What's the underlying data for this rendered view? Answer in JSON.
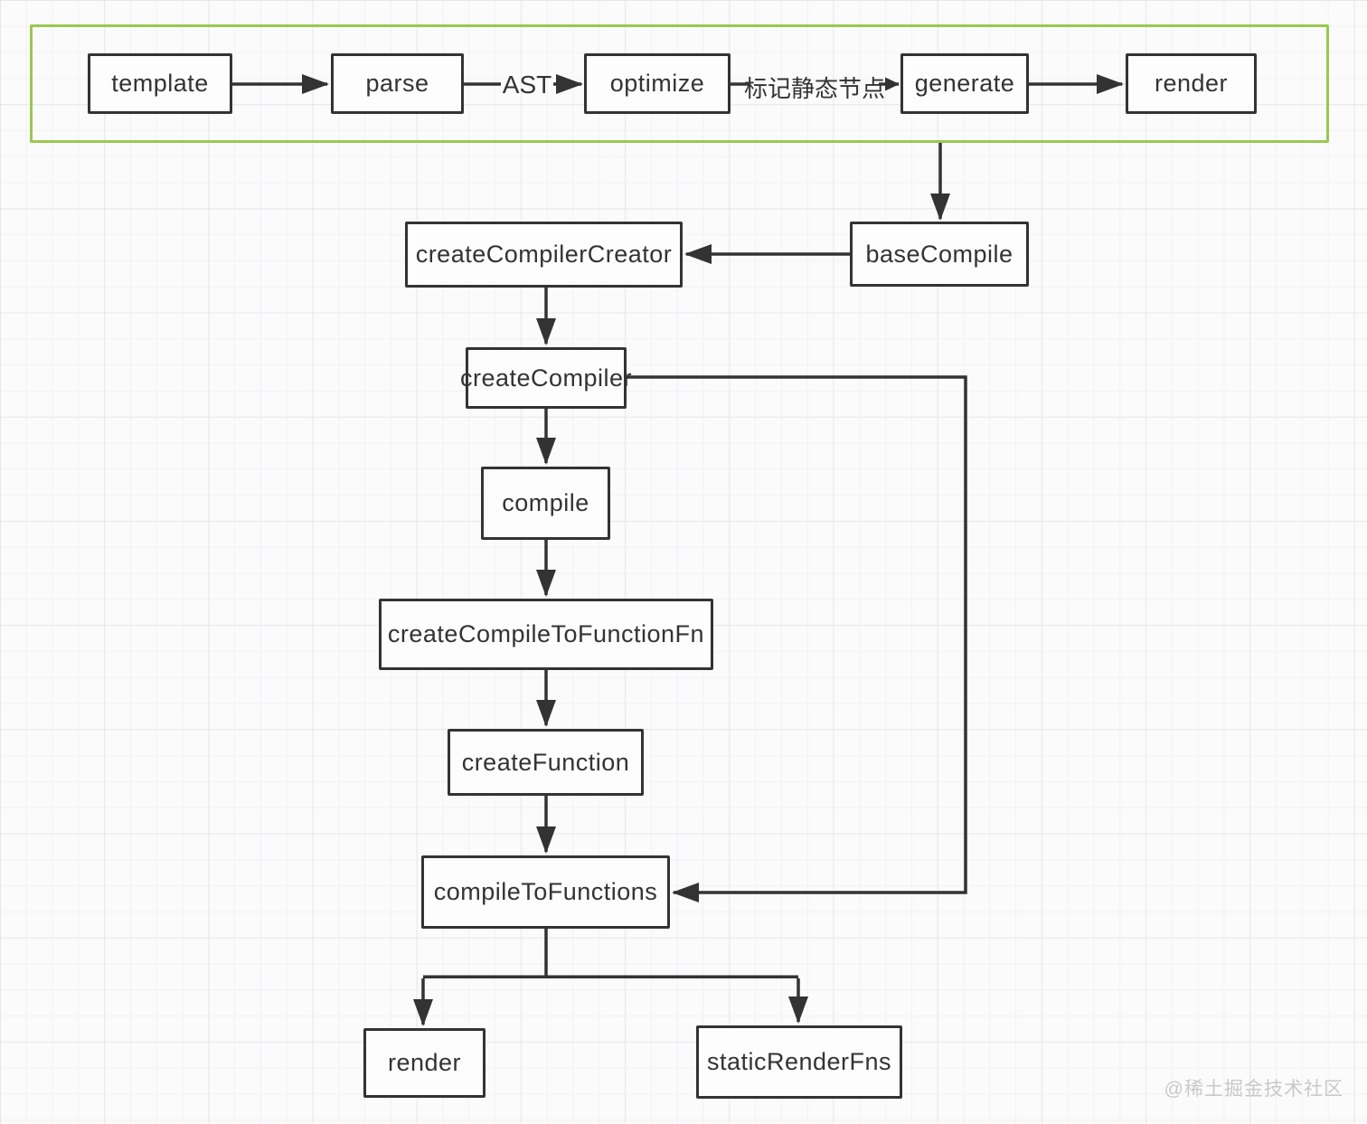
{
  "diagram": {
    "title_implicit": "Vue template compile flow",
    "colors": {
      "frame_green": "#9ac850",
      "node_border": "#333333",
      "node_text": "#333333",
      "edge": "#333333",
      "watermark": "#c9c9c9",
      "grid_minor": "#f2f2f4",
      "grid_major": "#e7e7ea"
    },
    "nodes": {
      "template": "template",
      "parse": "parse",
      "optimize": "optimize",
      "generate": "generate",
      "render_top": "render",
      "baseCompile": "baseCompile",
      "createCompilerCreator": "createCompilerCreator",
      "createCompiler": "createCompiler",
      "compile": "compile",
      "createCompileToFunctionFn": "createCompileToFunctionFn",
      "createFunction": "createFunction",
      "compileToFunctions": "compileToFunctions",
      "render_bottom": "render",
      "staticRenderFns": "staticRenderFns"
    },
    "edge_labels": {
      "ast": "AST",
      "mark_static": "标记静态节点"
    },
    "edges": [
      "template -> parse",
      "parse -(AST)-> optimize",
      "optimize -(标记静态节点)-> generate",
      "generate -> render",
      "pipeline-frame -> baseCompile",
      "baseCompile -> createCompilerCreator",
      "createCompilerCreator -> createCompiler",
      "createCompiler -> compile",
      "compile -> createCompileToFunctionFn",
      "createCompileToFunctionFn -> createFunction",
      "createFunction -> compileToFunctions",
      "createCompiler -> compileToFunctions",
      "compileToFunctions -> render",
      "compileToFunctions -> staticRenderFns"
    ],
    "watermark": "@稀土掘金技术社区"
  }
}
